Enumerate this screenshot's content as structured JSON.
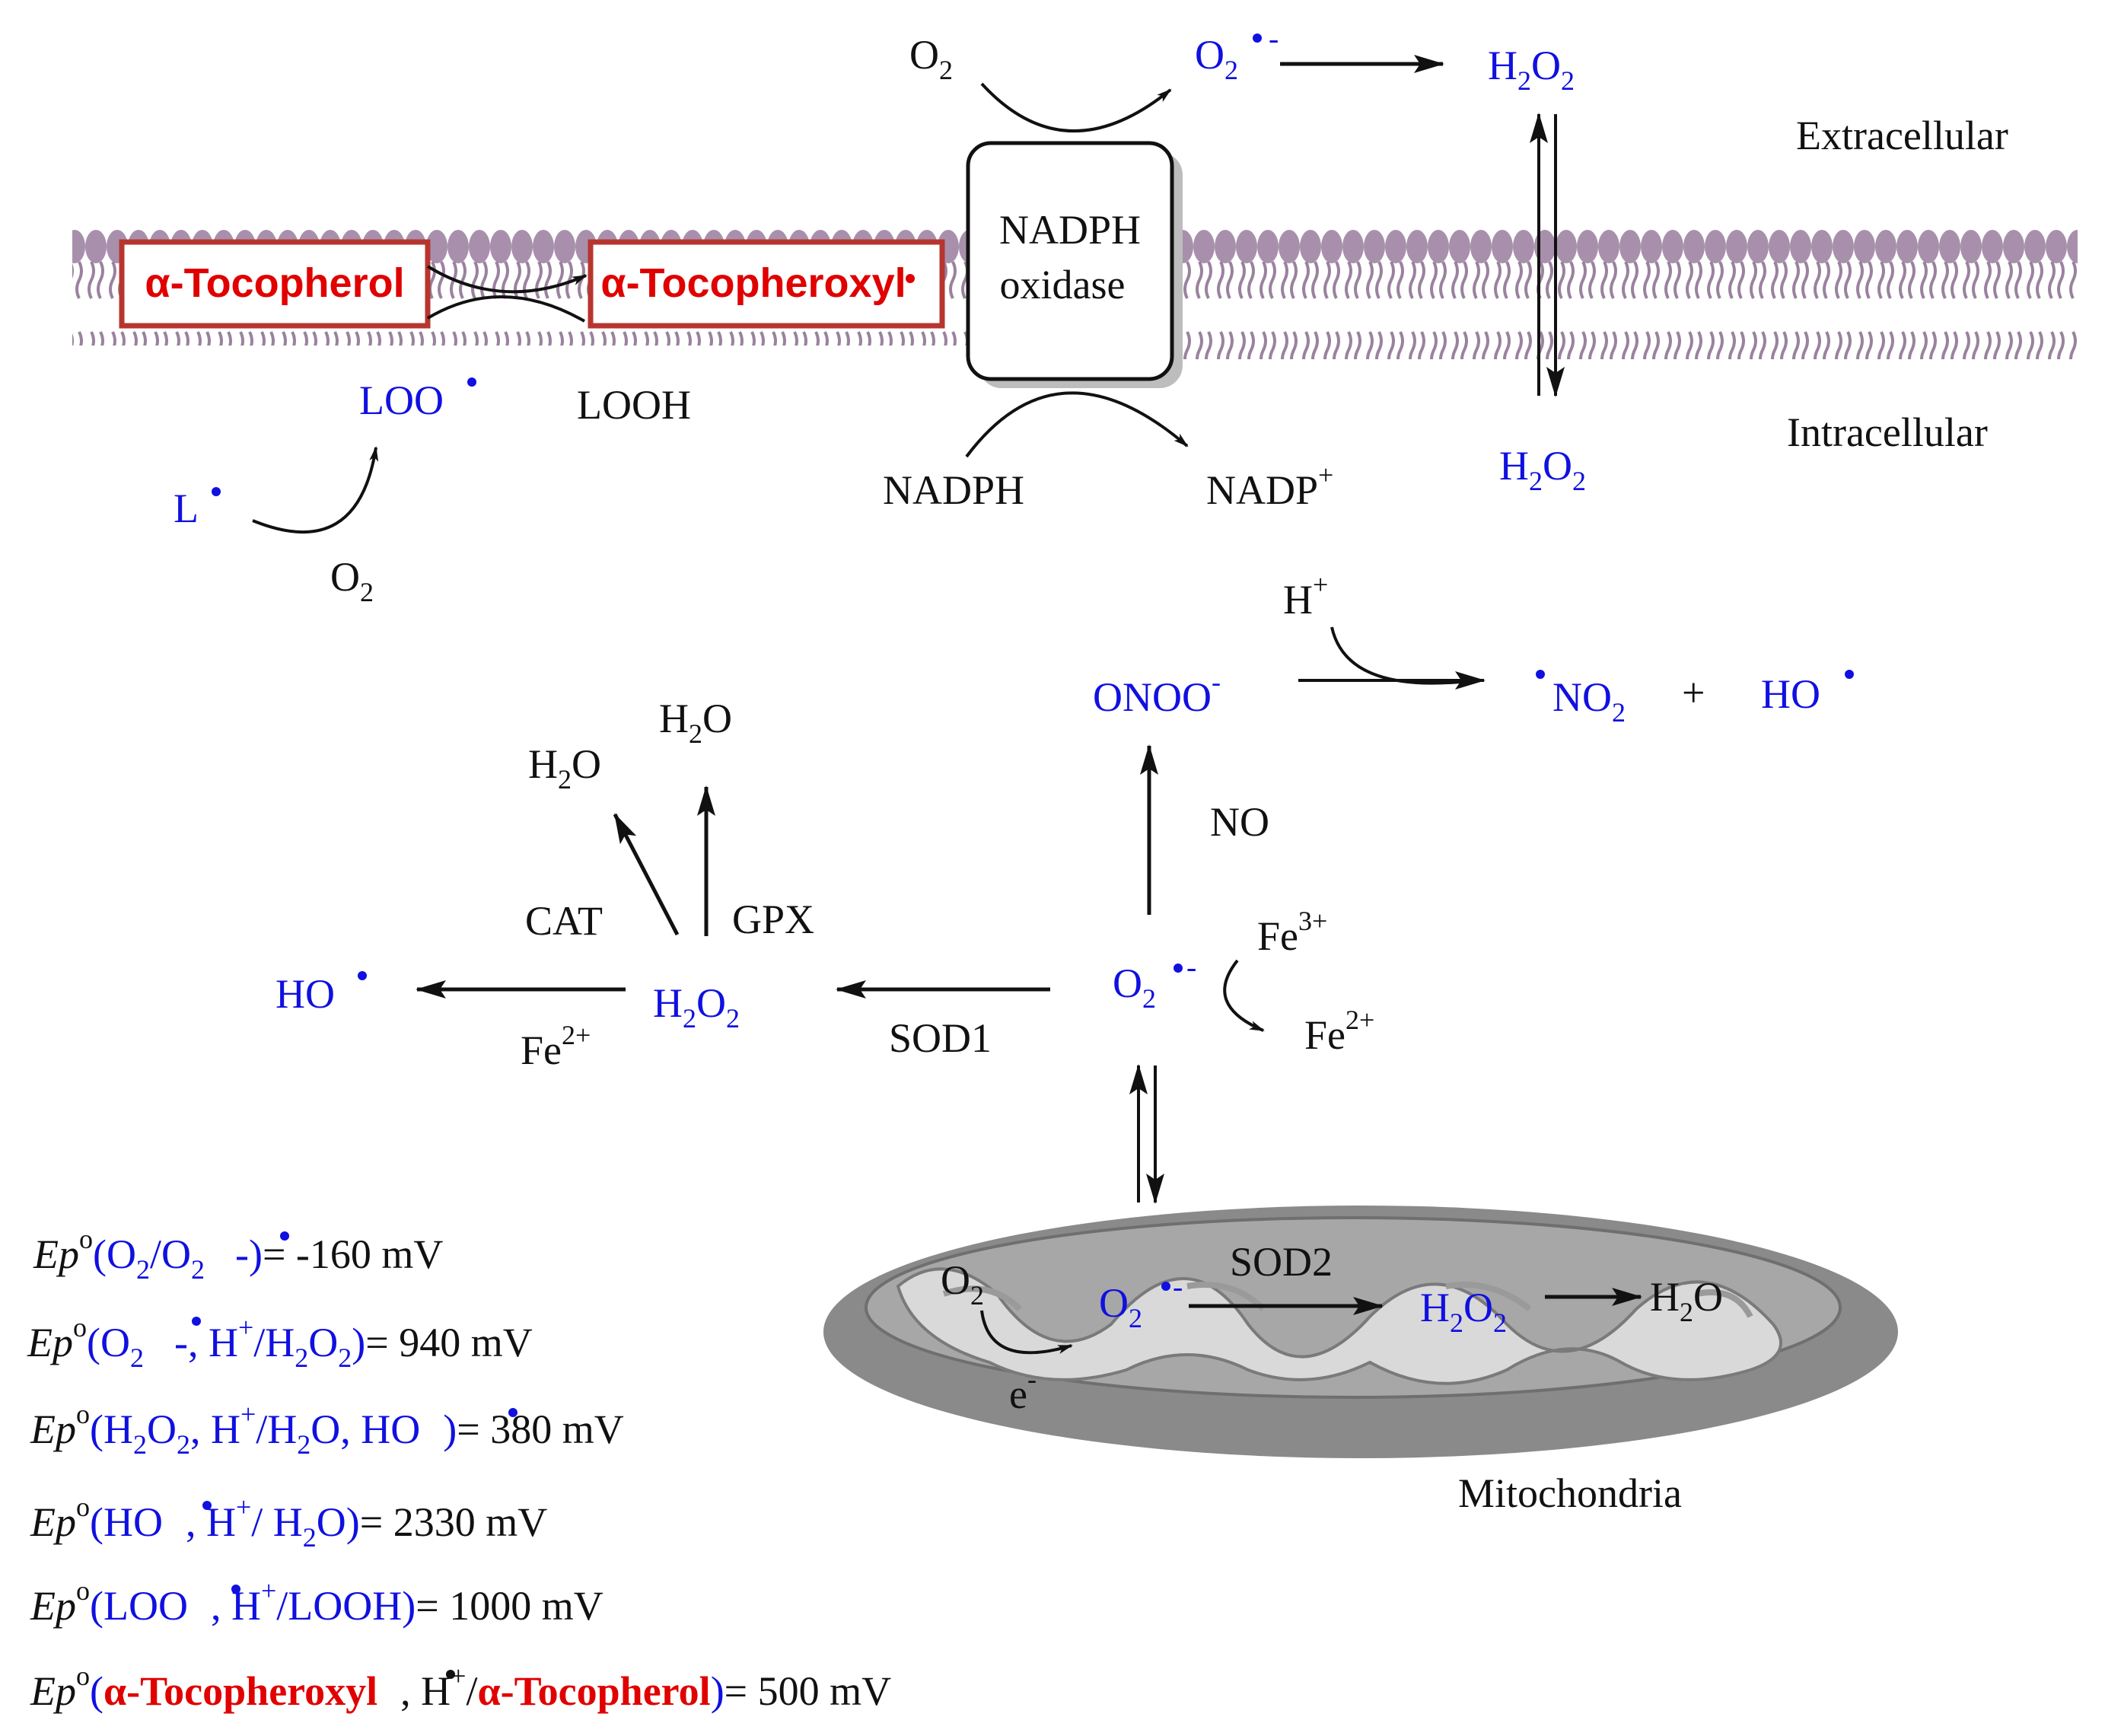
{
  "membrane": {
    "extracellular": "Extracellular",
    "intracellular": "Intracellular",
    "enzyme_line1": "NADPH",
    "enzyme_line2": "oxidase",
    "nadph": "NADPH",
    "nadp": "NADP",
    "nadp_sup": "+",
    "tocopherol": "α-Tocopherol",
    "tocopheroxyl": "α-Tocopheroxyl",
    "loo": "LOO",
    "looh": "LOOH",
    "l": "L",
    "o2": "O",
    "o2_sub": "2"
  },
  "reactions": {
    "h_plus": "H",
    "plus_sup": "+",
    "onoo": "ONOO",
    "minus_sup": "-",
    "no2": "NO",
    "plus": "+",
    "ho": "HO",
    "no": "NO",
    "h2o": "H",
    "h2o_o": "O",
    "cat": "CAT",
    "gpx": "GPX",
    "sod1": "SOD1",
    "sod2": "SOD2",
    "fe": "Fe",
    "fe3": "3+",
    "fe2": "2+",
    "electron": "e",
    "mitochondria": "Mitochondria"
  },
  "potentials": [
    {
      "prefix": "Ep",
      "deg": "o",
      "value": "= -160 mV"
    },
    {
      "prefix": "Ep",
      "deg": "o",
      "value": "= 940 mV"
    },
    {
      "prefix": "Ep",
      "deg": "o",
      "value": "= 380 mV"
    },
    {
      "prefix": "Ep",
      "deg": "o",
      "value": "= 2330 mV"
    },
    {
      "prefix": "Ep",
      "deg": "o",
      "value": "= 1000 mV"
    },
    {
      "prefix": "Ep",
      "deg": "o",
      "value": "= 500 mV"
    }
  ],
  "colors": {
    "species": "#1010e0",
    "tocopherol": "#e00000",
    "membrane": "#a08aa6",
    "text": "#111111"
  }
}
